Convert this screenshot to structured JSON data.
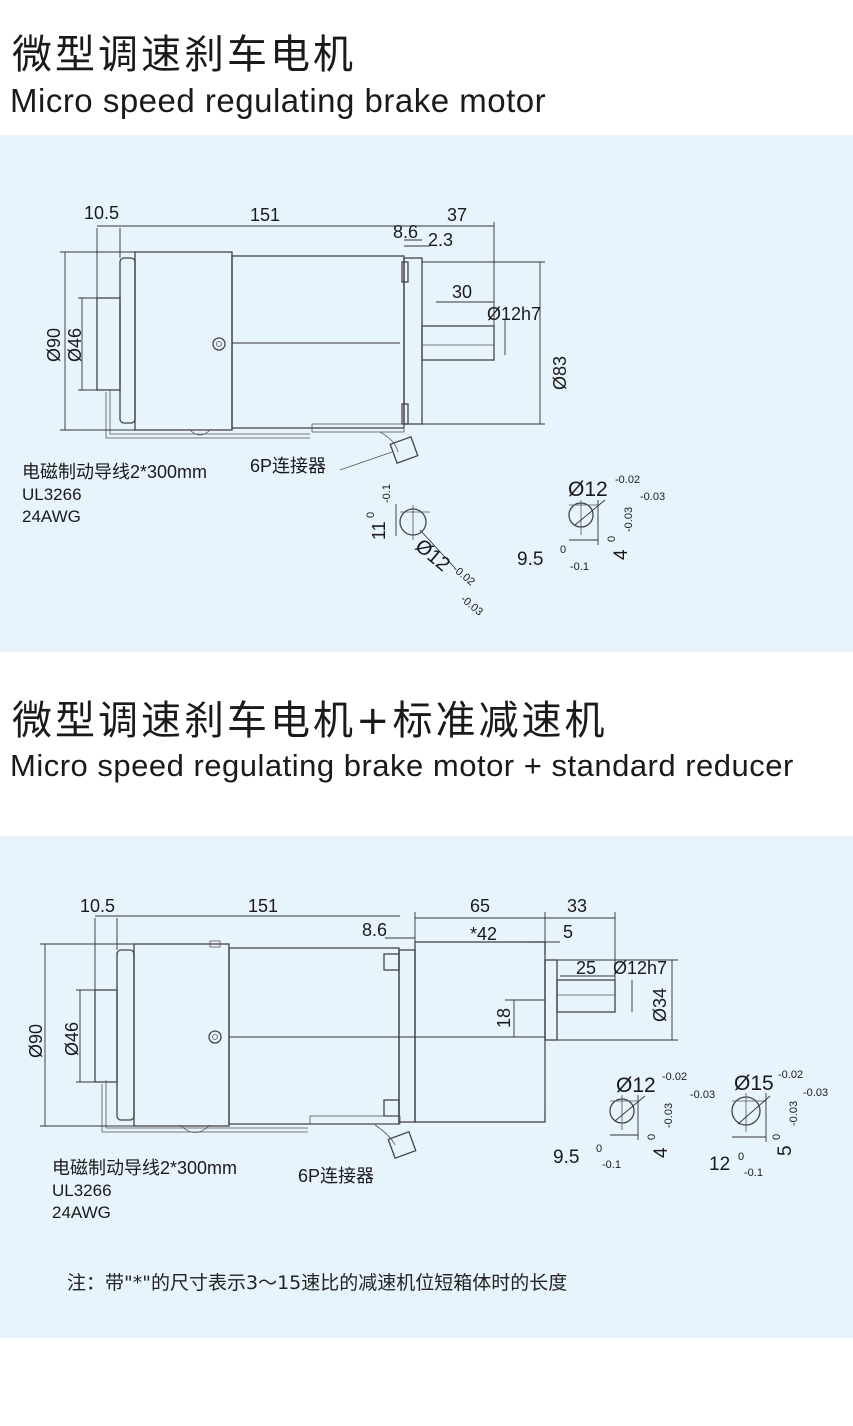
{
  "section1": {
    "title_cn": "微型调速刹车电机",
    "title_en": "Micro speed regulating brake motor",
    "dims": {
      "d_10_5": "10.5",
      "d_151": "151",
      "d_37": "37",
      "d_8_6": "8.6",
      "d_2_3": "2.3",
      "d_30": "30",
      "d_12h7": "Ø12h7",
      "d_90": "Ø90",
      "d_46": "Ø46",
      "d_83": "Ø83"
    },
    "wire_label": "电磁制动导线2*300mm",
    "wire_spec1": "UL3266",
    "wire_spec2": "24AWG",
    "connector_label": "6P连接器",
    "shaft_a": {
      "d": "11",
      "tol_up": "0",
      "tol_dn": "-0.1",
      "dia": "Ø12",
      "dia_tol_up": "-0.02",
      "dia_tol_dn": "-0.03"
    },
    "shaft_b": {
      "dia": "Ø12",
      "dia_tol_up": "-0.02",
      "dia_tol_dn": "-0.03",
      "w": "9.5",
      "w_up": "0",
      "w_dn": "-0.1",
      "k": "4",
      "k_up": "0",
      "k_dn": "-0.03"
    }
  },
  "section2": {
    "title_cn": "微型调速刹车电机+标准减速机",
    "title_en_a": "Micro speed regulating brake motor",
    "title_en_b": "+ standard reducer",
    "dims": {
      "d_10_5": "10.5",
      "d_151": "151",
      "d_65": "65",
      "d_33": "33",
      "d_8_6": "8.6",
      "d_42": "*42",
      "d_5": "5",
      "d_25": "25",
      "d_12h7": "Ø12h7",
      "d_90": "Ø90",
      "d_46": "Ø46",
      "d_18": "18",
      "d_34": "Ø34"
    },
    "wire_label": "电磁制动导线2*300mm",
    "wire_spec1": "UL3266",
    "wire_spec2": "24AWG",
    "connector_label": "6P连接器",
    "shaft_a": {
      "dia": "Ø12",
      "dia_tol_up": "-0.02",
      "dia_tol_dn": "-0.03",
      "w": "9.5",
      "w_up": "0",
      "w_dn": "-0.1",
      "k": "4",
      "k_up": "0",
      "k_dn": "-0.03"
    },
    "shaft_b": {
      "dia": "Ø15",
      "dia_tol_up": "-0.02",
      "dia_tol_dn": "-0.03",
      "w": "12",
      "w_up": "0",
      "w_dn": "-0.1",
      "k": "5",
      "k_up": "0",
      "k_dn": "-0.03"
    },
    "note": "注：带\"*\"的尺寸表示3～15速比的减速机位短箱体时的长度"
  },
  "colors": {
    "panel_bg": "#e8f4fb",
    "line": "#333333"
  }
}
